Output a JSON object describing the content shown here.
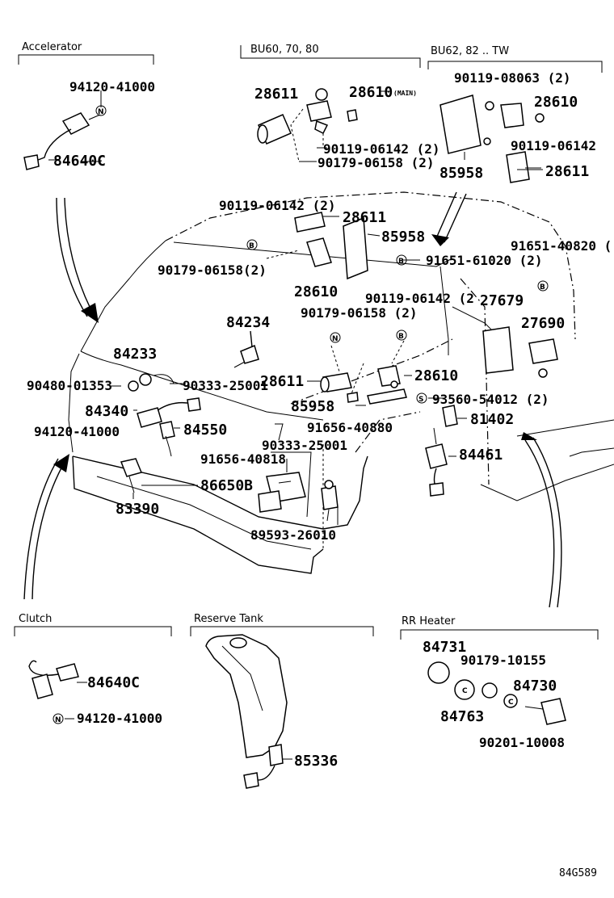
{
  "sections": {
    "accelerator": "Accelerator",
    "bu60": "BU60, 70, 80",
    "bu62": "BU62, 82 .. TW",
    "clutch": "Clutch",
    "reserve_tank": "Reserve Tank",
    "rr_heater": "RR Heater"
  },
  "parts": {
    "p94120_41000_a": "94120-41000",
    "p84640c_a": "84640C",
    "p28611_a": "28611",
    "p28610_a": "28610",
    "main_note": "(MAIN)",
    "p90119_06142_a": "90119-06142 (2)",
    "p90179_06158_a": "90179-06158 (2)",
    "p90119_08063": "90119-08063 (2)",
    "p28610_b": "28610",
    "p90119_06142_b": "90119-06142",
    "p85958_a": "85958",
    "p28611_b": "28611",
    "p90119_06142_c": "90119-06142 (2)",
    "p28611_c": "28611",
    "p85958_b": "85958",
    "p91651_40820": "91651-40820 (",
    "p90179_06158_b": "90179-06158(2)",
    "p91651_61020": "91651-61020 (2)",
    "p28610_c": "28610",
    "p90119_06142_d": "90119-06142 (2",
    "p27679": "27679",
    "p90179_06158_c": "90179-06158 (2)",
    "p84234": "84234",
    "p27690": "27690",
    "p84233": "84233",
    "p90480_01353": "90480-01353",
    "p90333_25001_a": "90333-25001",
    "p28611_d": "28611",
    "p28610_d": "28610",
    "p85958_c": "85958",
    "p93560_54012": "93560-54012 (2)",
    "p84340": "84340",
    "p91656_40880": "91656-40880",
    "p81402": "81402",
    "p94120_41000_b": "94120-41000",
    "p84550": "84550",
    "p90333_25001_b": "90333-25001",
    "p84461": "84461",
    "p91656_40818": "91656-40818",
    "p86650b": "86650B",
    "p83390": "83390",
    "p89593_26010": "89593-26010",
    "p84640c_b": "84640C",
    "p94120_41000_c": "94120-41000",
    "p85336": "85336",
    "p84731": "84731",
    "p90179_10155": "90179-10155",
    "p84730": "84730",
    "p84763": "84763",
    "p90201_10008": "90201-10008"
  },
  "markers": {
    "n": "N",
    "b": "B",
    "s": "S",
    "c": "C"
  },
  "diagram_code": "84G589"
}
